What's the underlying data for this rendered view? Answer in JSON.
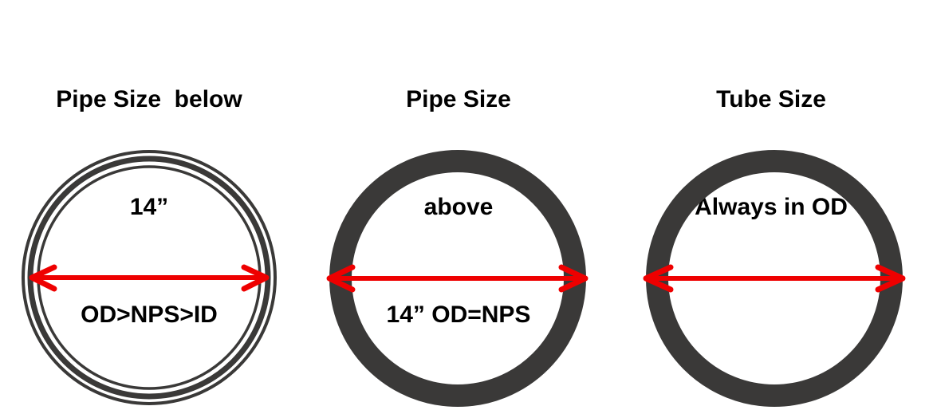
{
  "panels": [
    {
      "title_lines": [
        "Pipe Size  below",
        "14”",
        "OD>NPS>ID"
      ],
      "type": "pipe-below-14"
    },
    {
      "title_lines": [
        "Pipe Size",
        "above",
        "14” OD=NPS"
      ],
      "type": "pipe-above-14"
    },
    {
      "title_lines": [
        "Tube Size",
        "Always in OD"
      ],
      "type": "tube"
    }
  ],
  "colors": {
    "ring": "#3a3938",
    "arrow": "#ee0000",
    "background": "#ffffff",
    "text": "#000000"
  }
}
